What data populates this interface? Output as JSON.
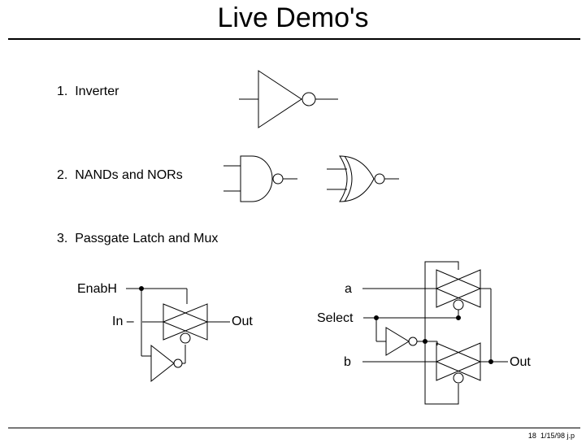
{
  "title": "Live Demo's",
  "items": [
    {
      "number": "1.",
      "text": "Inverter"
    },
    {
      "number": "2.",
      "text": "NANDs and NORs"
    },
    {
      "number": "3.",
      "text": "Passgate Latch and Mux"
    }
  ],
  "latch": {
    "enable_label": "EnabH",
    "input_label": "In –",
    "output_label": "Out"
  },
  "mux": {
    "a_label": "a",
    "select_label": "Select",
    "b_label": "b",
    "output_label": "Out"
  },
  "footer": {
    "slide_number": "18",
    "date_author": "1/15/98  j.p"
  }
}
